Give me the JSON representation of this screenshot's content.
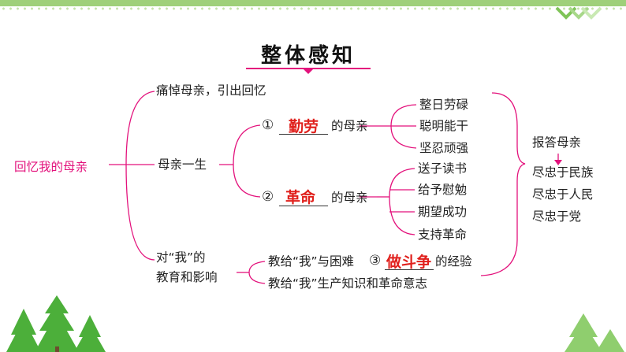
{
  "title": "整体感知",
  "root": "回忆我的母亲",
  "branch_1": "痛悼母亲，引出回忆",
  "branch_2": "母亲一生",
  "branch_3_line1": "对“我”的",
  "branch_3_line2": "教育和影响",
  "sub_1_num": "①",
  "sub_1_answer": "勤劳",
  "sub_1_suffix": "的母亲",
  "sub_2_num": "②",
  "sub_2_answer": "革命",
  "sub_2_suffix": "的母亲",
  "traits_1": [
    "整日劳碌",
    "聪明能干",
    "坚忍顽强"
  ],
  "traits_2": [
    "送子读书",
    "给予慰勉",
    "期望成功",
    "支持革命"
  ],
  "influence_1_prefix": "教给“我”与困难",
  "influence_1_num": "③",
  "influence_1_answer": "做斗争",
  "influence_1_suffix": "的经验",
  "influence_2": "教给“我”生产知识和革命意志",
  "right_title": "报答母亲",
  "right_items": [
    "尽忠于民族",
    "尽忠于人民",
    "尽忠于党"
  ],
  "colors": {
    "accent": "#e3127c",
    "answer": "#e0201c",
    "topbar": "#9fd07a",
    "tree": "#4caf3a"
  }
}
